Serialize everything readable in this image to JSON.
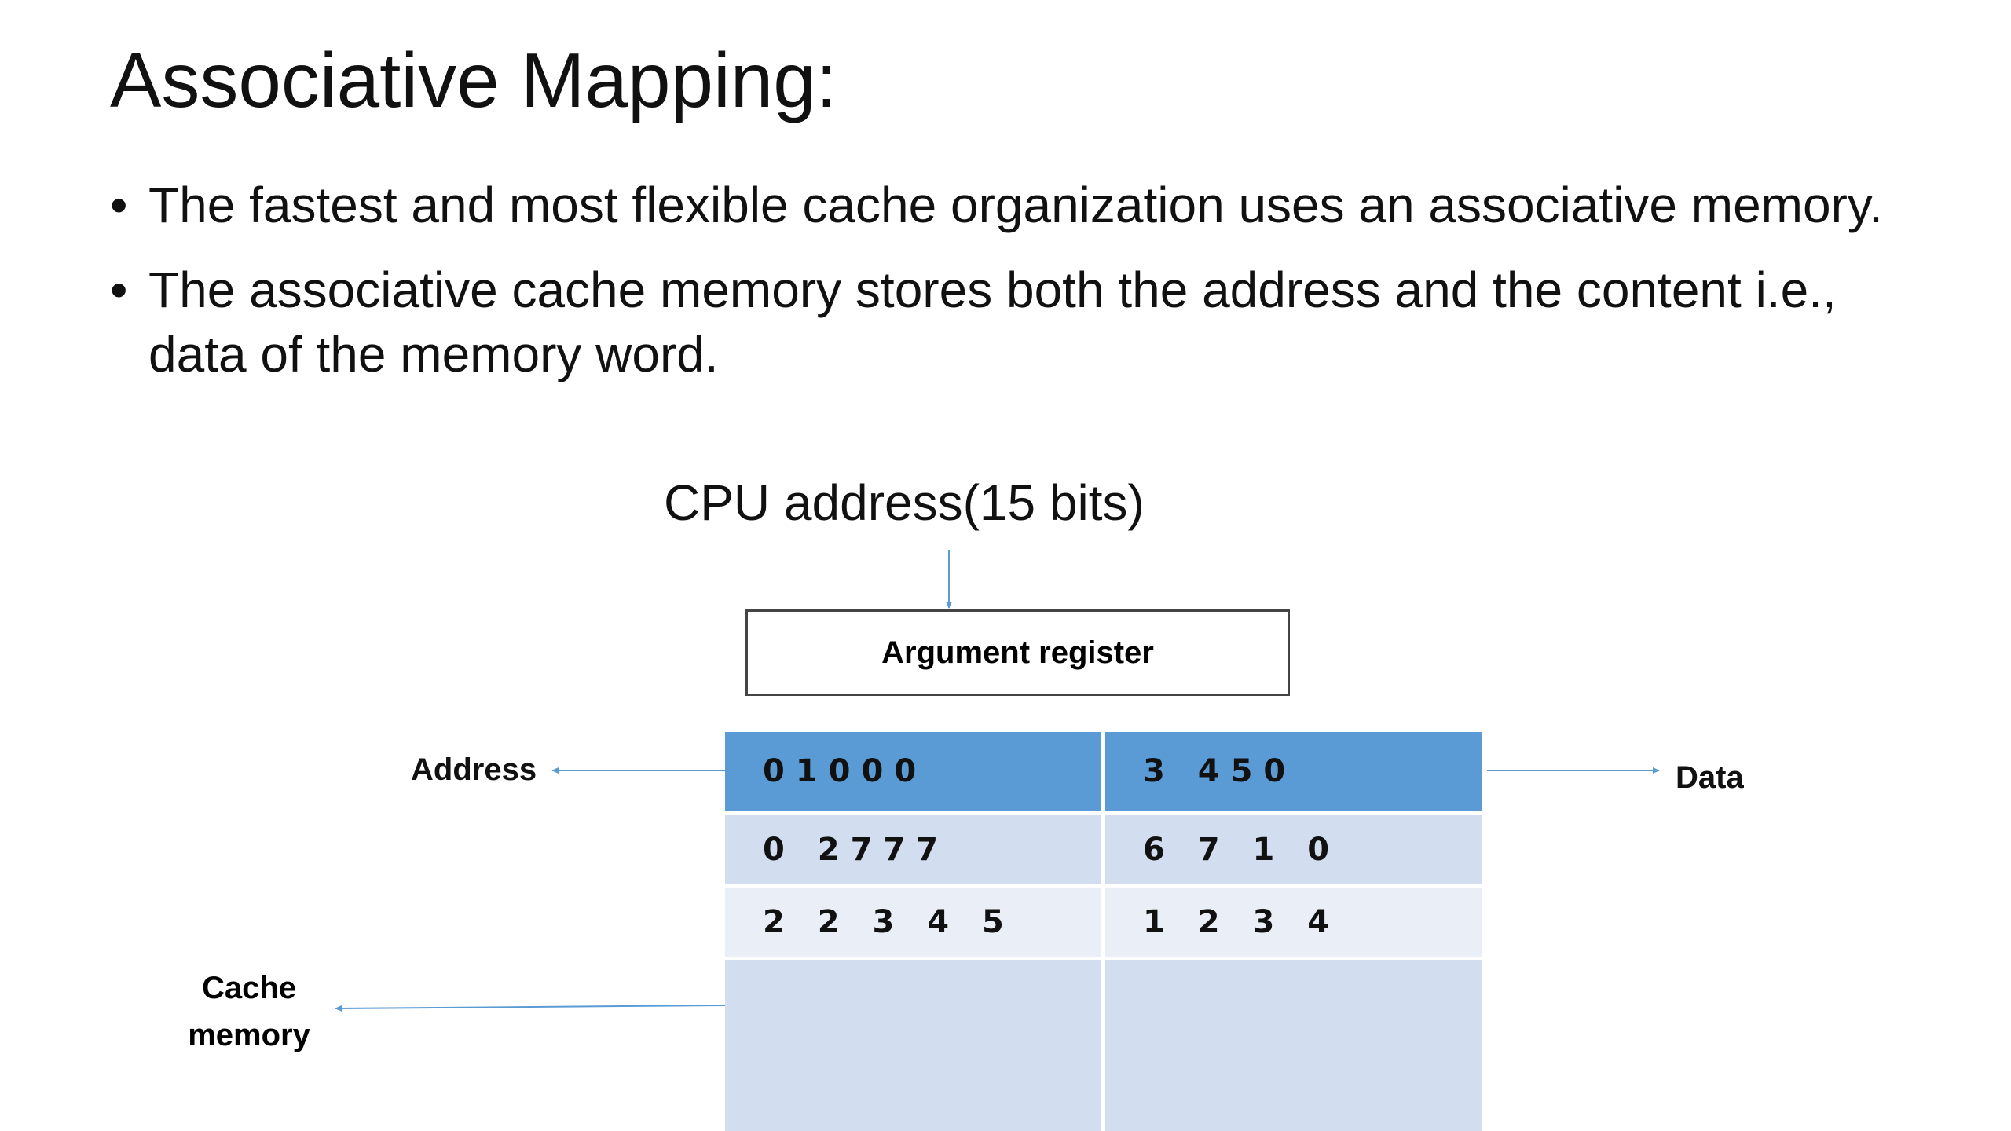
{
  "slide": {
    "title": "Associative Mapping:",
    "bullets": [
      "The fastest and most flexible cache organization uses an associative memory.",
      "The associative cache memory stores both the address and the content i.e., data of the memory word."
    ],
    "bullet_glyph": "•"
  },
  "diagram": {
    "cpu_address_label": "CPU address(15 bits)",
    "argument_register_label": "Argument register",
    "address_label": "Address",
    "data_label": "Data",
    "cache_memory_label": [
      "Cache",
      "memory"
    ],
    "rows": [
      {
        "address": "01000",
        "data": "3 450",
        "highlighted": true
      },
      {
        "address": "0 2777",
        "data": "6 7 1 0",
        "highlighted": false
      },
      {
        "address": "2 2 3 4 5",
        "data": "1 2 3 4",
        "highlighted": false
      }
    ],
    "colors": {
      "highlight": "#5b9bd5",
      "row_light": "#d2def0",
      "row_lighter": "#e9eef7",
      "arrow": "#5b9bd5"
    }
  }
}
